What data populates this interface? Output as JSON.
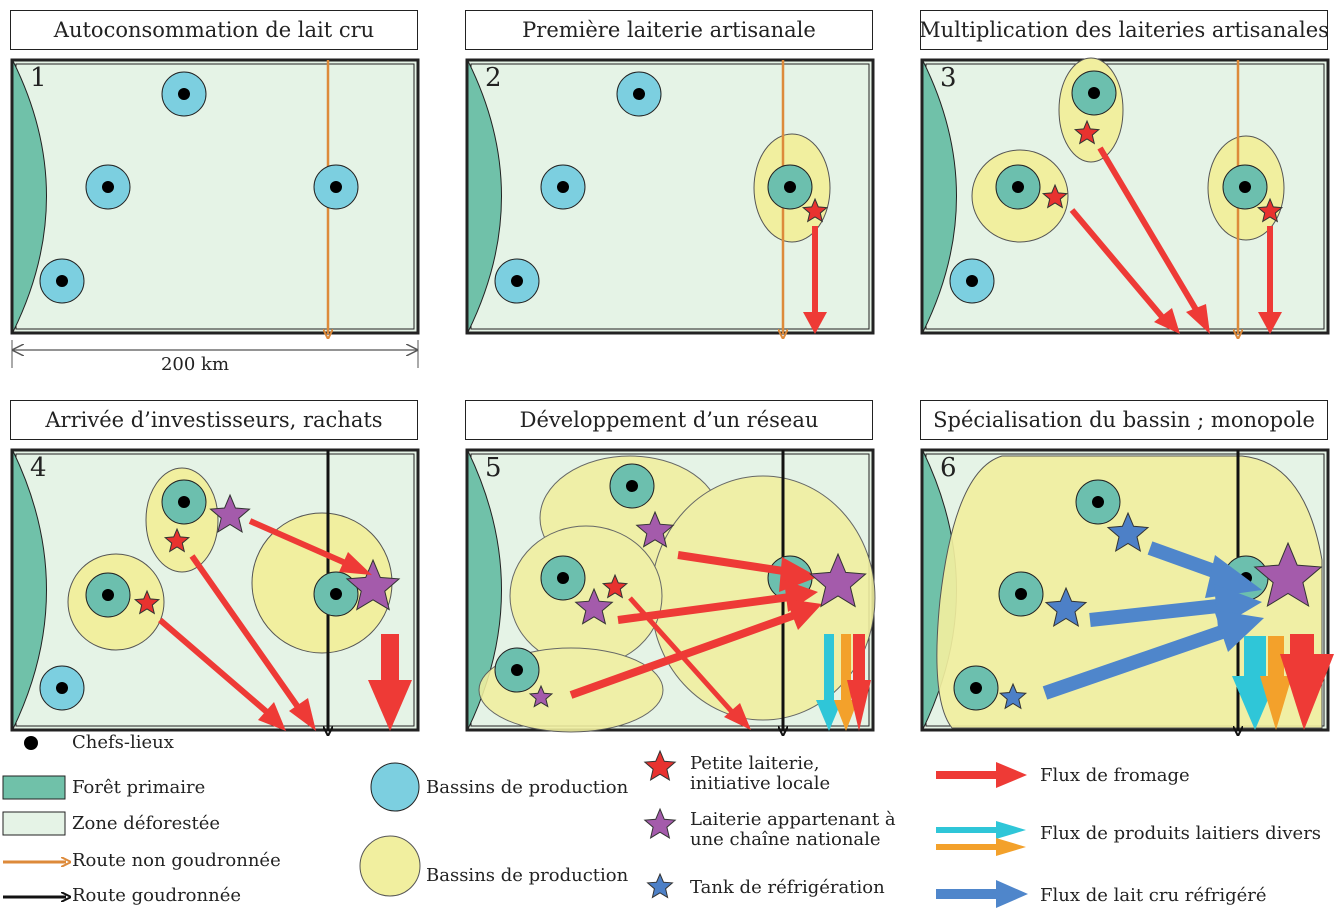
{
  "panels": [
    {
      "number": "1",
      "title": "Autoconsommation de lait cru"
    },
    {
      "number": "2",
      "title": "Première laiterie artisanale"
    },
    {
      "number": "3",
      "title": "Multiplication des laiteries artisanales"
    },
    {
      "number": "4",
      "title": "Arrivée d’investisseurs, rachats"
    },
    {
      "number": "5",
      "title": "Développement d’un réseau"
    },
    {
      "number": "6",
      "title": "Spécialisation du bassin ; monopole"
    }
  ],
  "scale": {
    "label": "200 km"
  },
  "legend": {
    "chefs_lieux": "Chefs-lieux",
    "foret": "Forêt primaire",
    "zone_deforestee": "Zone déforestée",
    "route_non_goudronnee": "Route non goudronnée",
    "route_goudronnee": "Route goudronnée",
    "bassins_blue": "Bassins de production",
    "bassins_yellow": "Bassins de production",
    "petite_laiterie": "Petite laiterie,\ninitiative locale",
    "laiterie_chaine": "Laiterie appartenant à\nune chaîne nationale",
    "tank": "Tank de réfrigération",
    "flux_fromage": "Flux de fromage",
    "flux_produits": "Flux de produits laitiers divers",
    "flux_lait": "Flux de lait cru réfrigéré"
  },
  "colors": {
    "forest": "#70c1a9",
    "deforested": "#e5f3e6",
    "basin_blue": "#7ccfe0",
    "basin_inner": "#6cbfae",
    "basin_yellow": "#f1ef9f",
    "dirt_road": "#dd8a3a",
    "paved_road": "#111111",
    "cheese_flow": "#ee3a36",
    "cyan_flow": "#2fc6d8",
    "orange_flow": "#f3a12b",
    "milk_flow": "#4f86cb",
    "star_red": "#e8322f",
    "star_purple": "#a45bab",
    "star_blue": "#4d80c7"
  }
}
